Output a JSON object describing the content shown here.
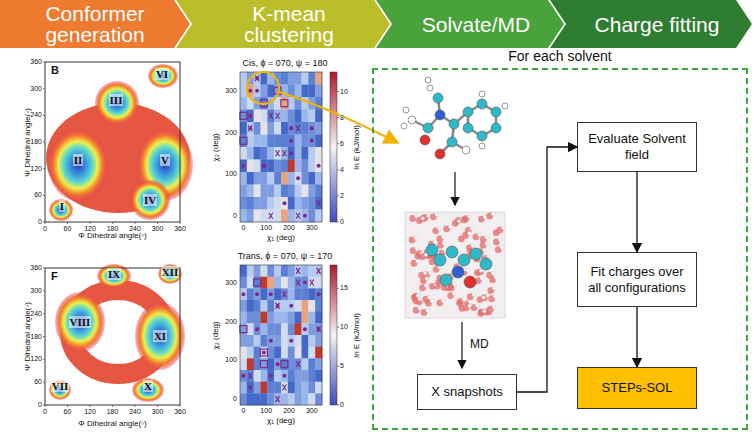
{
  "diagram": {
    "nodes": [
      {
        "text": [
          "Conformer generation"
        ]
      },
      {
        "text": [
          "K-mean clustering"
        ]
      },
      {
        "text": [
          "Solvate/MD"
        ]
      },
      {
        "text": [
          "Charge fitting"
        ]
      },
      {
        "text": [
          "For each solvent"
        ]
      },
      {
        "text": [
          "X snapshots"
        ],
        "in": 4
      },
      {
        "text": [
          "Evaluate Solvent field"
        ],
        "in": 4
      },
      {
        "text": [
          "Fit charges over all configurations"
        ],
        "in": 4
      },
      {
        "text": [
          "STEPs-SOL"
        ],
        "in": 4
      }
    ],
    "edges": [
      {
        "from": 5,
        "to": 6,
        "arrow": "to"
      },
      {
        "from": 6,
        "to": 7,
        "arrow": "to"
      },
      {
        "from": 7,
        "to": 8,
        "arrow": "to"
      }
    ],
    "labels": [
      "B",
      "I",
      "II",
      "III",
      "IV",
      "V",
      "VI",
      "Ψ Dihedral angle(◦)",
      "Φ Dihedral angle(◦)",
      "0",
      "60",
      "120",
      "180",
      "240",
      "300",
      "360",
      "0",
      "60",
      "120",
      "180",
      "240",
      "300",
      "360",
      "F",
      "VII",
      "VIII",
      "IX",
      "X",
      "XI",
      "XII",
      "Ψ Dihedral angle(◦)",
      "Φ Dihedral angle(◦)",
      "0",
      "60",
      "120",
      "180",
      "240",
      "300",
      "360",
      "0",
      "60",
      "120",
      "180",
      "240",
      "300",
      "360",
      "Cis, ϕ = 070, ψ = 180",
      "χ₂ (deg)",
      "χ₁ (deg)",
      "0",
      "100",
      "200",
      "300",
      "0",
      "100",
      "200",
      "300",
      "ln E (kJ/mol)",
      "0",
      "2",
      "4",
      "6",
      "8",
      "10",
      "Trans, ϕ = 070, ψ = 170",
      "χ₂ (deg)",
      "χ₁ (deg)",
      "0",
      "100",
      "200",
      "300",
      "0",
      "100",
      "200",
      "300",
      "ln E (kJ/mol)",
      "0",
      "5",
      "10",
      "15",
      "MD"
    ]
  }
}
